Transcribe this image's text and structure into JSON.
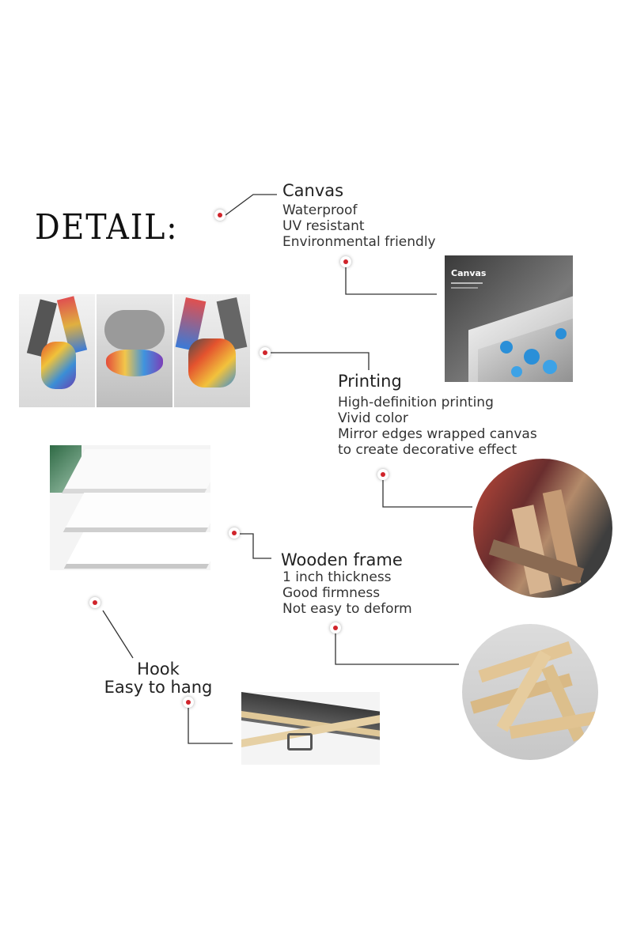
{
  "title": "DETAIL:",
  "canvas": {
    "heading": "Canvas",
    "features": [
      "Waterproof",
      "UV resistant",
      "Environmental friendly"
    ],
    "photo_label": "Canvas"
  },
  "printing": {
    "heading": "Printing",
    "features": [
      "High-definition printing",
      "Vivid color",
      "Mirror edges wrapped canvas",
      "to create decorative effect"
    ]
  },
  "wooden_frame": {
    "heading": "Wooden frame",
    "features": [
      "1 inch thickness",
      "Good firmness",
      "Not easy to deform"
    ]
  },
  "hook": {
    "heading": "Hook",
    "features": [
      "Easy to hang"
    ]
  },
  "colors": {
    "marker": "#d0242b",
    "connector": "#333333",
    "flower_blue": "#2a8fd8"
  }
}
